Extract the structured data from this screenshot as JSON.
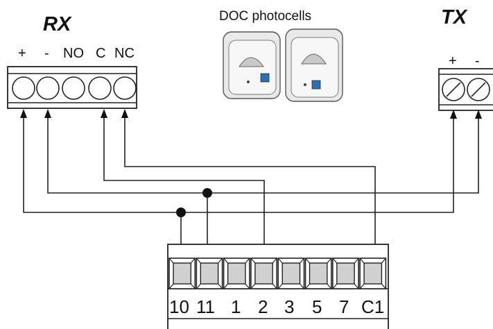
{
  "rx": {
    "title": "RX",
    "pins": [
      "+",
      "-",
      "NO",
      "C",
      "NC"
    ]
  },
  "tx": {
    "title": "TX",
    "pins": [
      "+",
      "-"
    ]
  },
  "photocells": {
    "caption": "DOC photocells"
  },
  "control_board": {
    "terminals": [
      "10",
      "11",
      "1",
      "2",
      "3",
      "5",
      "7",
      "C1"
    ]
  },
  "connections": [
    {
      "from": "RX +",
      "to": "10"
    },
    {
      "from": "RX -",
      "to": "11"
    },
    {
      "from": "RX C",
      "to": "2"
    },
    {
      "from": "RX NC",
      "to": "C1"
    },
    {
      "from": "TX +",
      "to": "10"
    },
    {
      "from": "TX -",
      "to": "11"
    }
  ]
}
